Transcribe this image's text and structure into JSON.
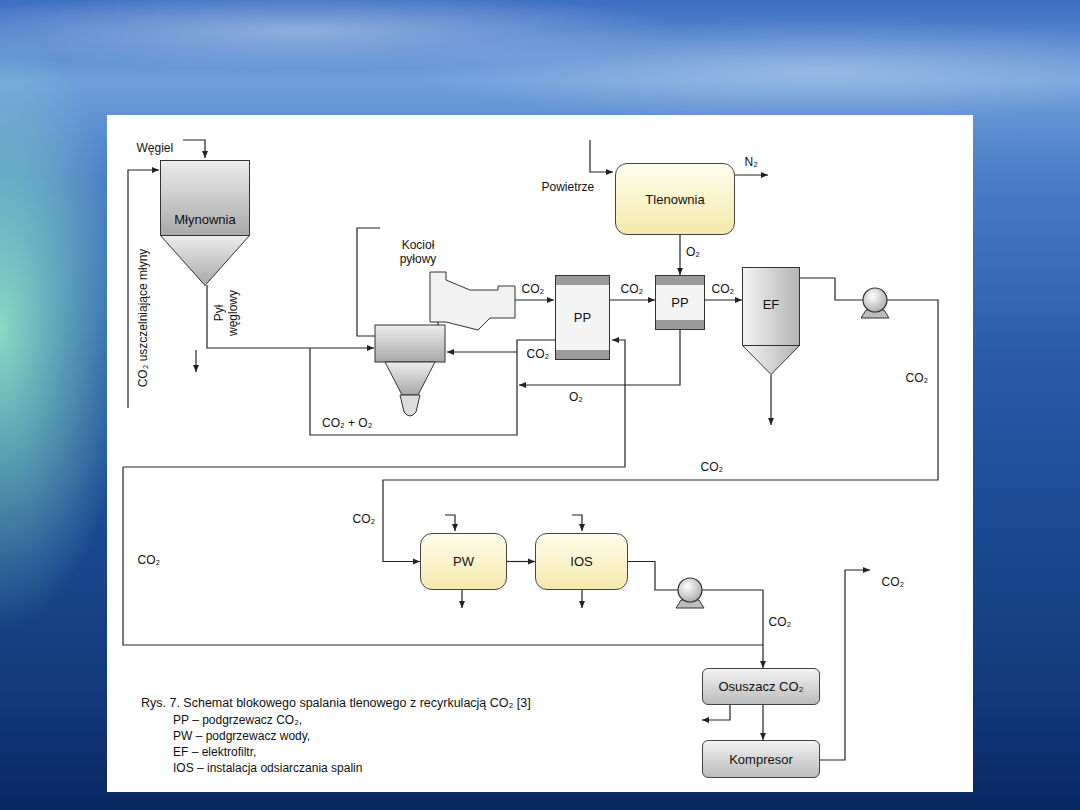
{
  "diagram": {
    "caption": "Rys. 7. Schemat blokowego spalania tlenowego z recyrkulacją CO₂ [3]",
    "nodes": [
      {
        "text": [
          "Młynownia"
        ]
      },
      {
        "text": [
          "Tlenownia"
        ]
      },
      {
        "text": [
          "PP"
        ]
      },
      {
        "text": [
          "PP"
        ]
      },
      {
        "text": [
          "EF"
        ]
      },
      {
        "text": [
          "PW"
        ]
      },
      {
        "text": [
          "IOS"
        ]
      },
      {
        "text": [
          "Osuszacz CO₂"
        ]
      },
      {
        "text": [
          "Kompresor"
        ]
      }
    ],
    "edges": [
      {
        "from": 2,
        "to": 3,
        "arrow": "to",
        "label": "CO₂"
      },
      {
        "from": 1,
        "to": 3,
        "arrow": "to",
        "label": "O₂"
      },
      {
        "from": 3,
        "to": 4,
        "arrow": "to",
        "label": "CO₂"
      },
      {
        "from": 4,
        "to": 5,
        "arrow": "to"
      },
      {
        "from": 5,
        "to": 6,
        "arrow": "to"
      },
      {
        "from": 6,
        "to": 7,
        "arrow": "to",
        "label": "CO₂"
      },
      {
        "from": 7,
        "to": 8,
        "arrow": "to"
      }
    ],
    "labels": [
      "Węgiel",
      "CO₂ uszczelniające młyny",
      "Pył węglowy",
      "Kocioł pyłowy",
      "Powietrze",
      "N₂",
      "CO₂",
      "CO₂",
      "O₂",
      "CO₂ + O₂",
      "CO₂",
      "CO₂",
      "CO₂",
      "CO₂",
      "CO₂",
      "PP – podgrzewacz CO₂,",
      "PW – podgrzewacz wody,",
      "EF – elektrofiltr,",
      "IOS – instalacja odsiarczania spalin"
    ]
  }
}
